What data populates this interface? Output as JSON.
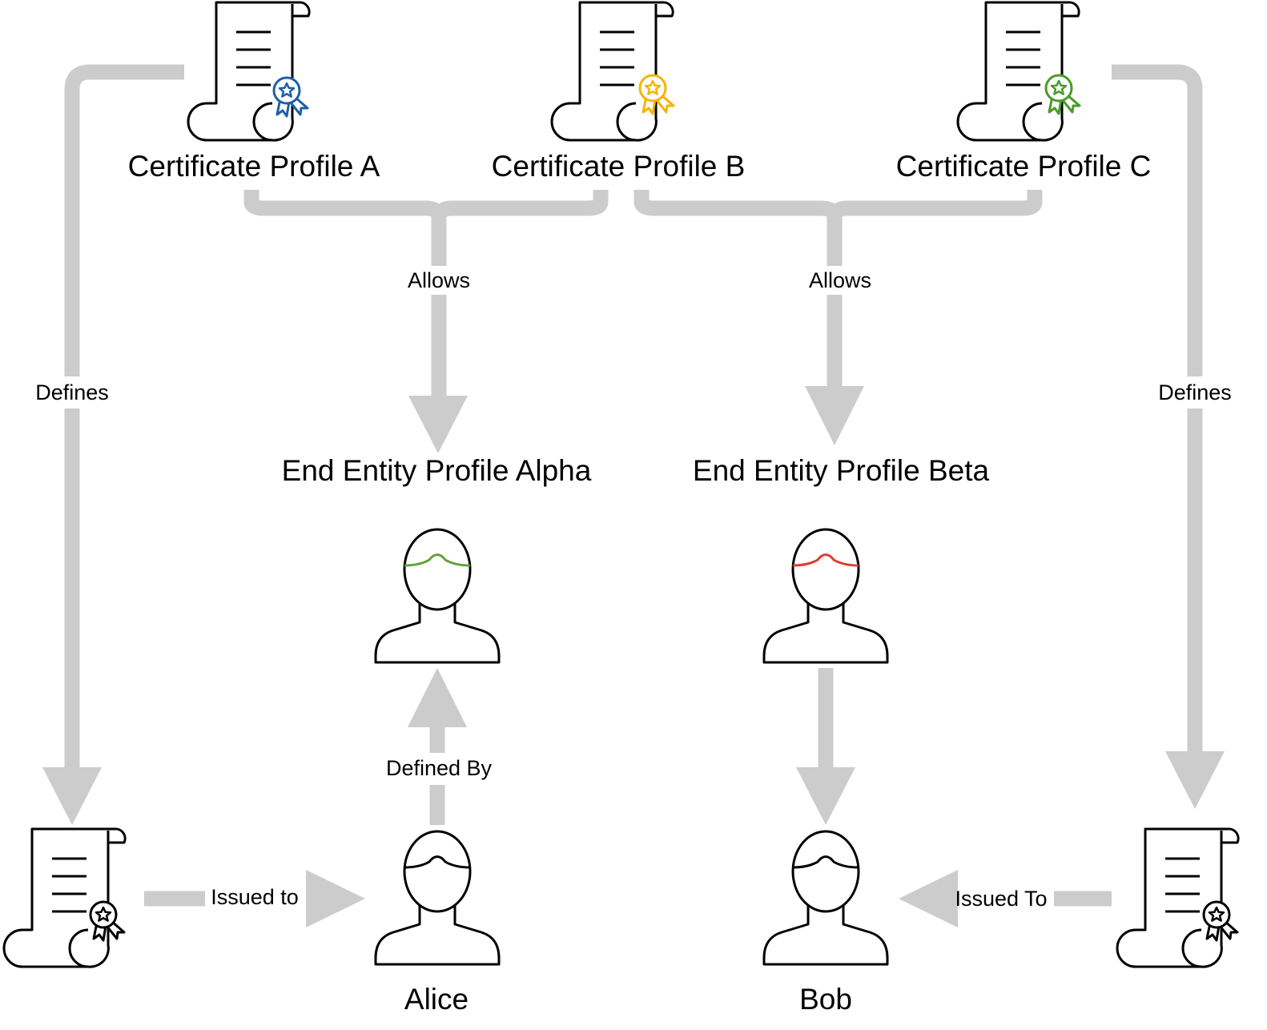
{
  "colors": {
    "connector": "#cccccc",
    "outline": "#000000",
    "badge_a": "#1f5fa6",
    "badge_b": "#f5b400",
    "badge_c": "#4a9a2a",
    "hair_alpha_user": "#5ea33a",
    "hair_beta_user": "#e03c31"
  },
  "nodes": {
    "cert_profile_a": {
      "label": "Certificate Profile A",
      "icon": "certificate-scroll-icon"
    },
    "cert_profile_b": {
      "label": "Certificate Profile B",
      "icon": "certificate-scroll-icon"
    },
    "cert_profile_c": {
      "label": "Certificate Profile C",
      "icon": "certificate-scroll-icon"
    },
    "ee_profile_alpha": {
      "label": "End Entity Profile Alpha",
      "icon": "person-icon"
    },
    "ee_profile_beta": {
      "label": "End Entity Profile Beta",
      "icon": "person-icon"
    },
    "alice": {
      "label": "Alice",
      "icon": "person-icon"
    },
    "bob": {
      "label": "Bob",
      "icon": "person-icon"
    },
    "cert_alice": {
      "icon": "certificate-scroll-icon"
    },
    "cert_bob": {
      "icon": "certificate-scroll-icon"
    }
  },
  "edges": {
    "allows_alpha": "Allows",
    "allows_beta": "Allows",
    "defines_left": "Defines",
    "defines_right": "Defines",
    "defined_by": "Defined By",
    "issued_to_alice": "Issued to",
    "issued_to_bob": "Issued To"
  }
}
